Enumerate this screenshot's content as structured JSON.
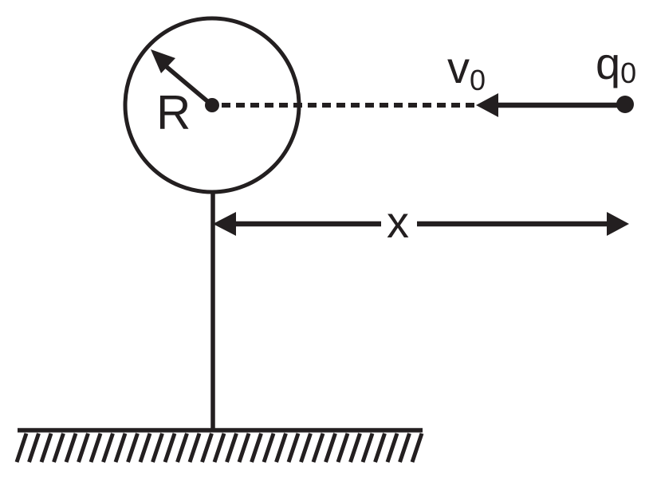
{
  "diagram": {
    "type": "physics-figure",
    "background_color": "#ffffff",
    "ink_color": "#231f20",
    "labels": {
      "radius": "R",
      "velocity_base": "v",
      "velocity_sub": "0",
      "charge_base": "q",
      "charge_sub": "0",
      "distance": "x"
    }
  }
}
